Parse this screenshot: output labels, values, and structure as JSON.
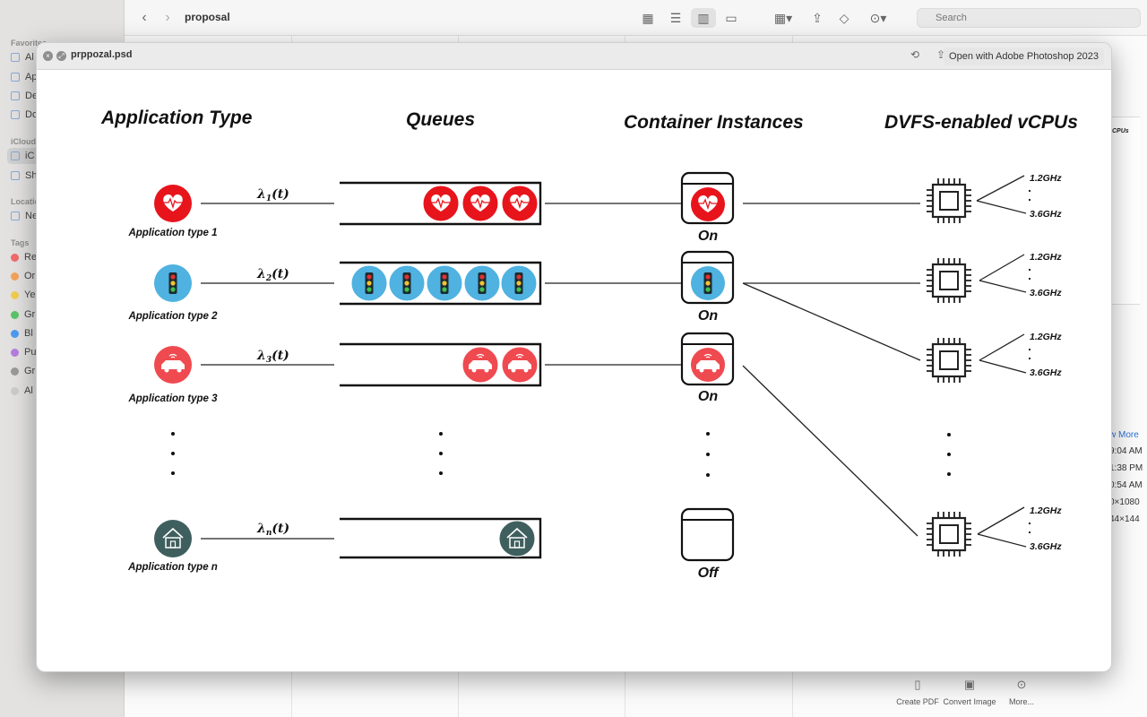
{
  "finder": {
    "folder_title": "proposal",
    "search_placeholder": "Search",
    "sidebar": {
      "favorites_header": "Favorites",
      "favorites": [
        "Al",
        "Ap",
        "De",
        "Do"
      ],
      "icloud_header": "iCloud",
      "icloud": [
        "iC",
        "Sh"
      ],
      "locations_header": "Locations",
      "locations": [
        "Ne"
      ],
      "tags_header": "Tags",
      "tags": [
        {
          "label": "Re",
          "color": "#f26b6b"
        },
        {
          "label": "Or",
          "color": "#f5a35c"
        },
        {
          "label": "Ye",
          "color": "#f2cd4f"
        },
        {
          "label": "Gr",
          "color": "#5cc46a"
        },
        {
          "label": "Bl",
          "color": "#4f9bf2"
        },
        {
          "label": "Pu",
          "color": "#b57ee0"
        },
        {
          "label": "Gr",
          "color": "#9a9a9a"
        },
        {
          "label": "Al",
          "color": "#cccccc"
        }
      ]
    },
    "right_panel_label": "CPUs",
    "show_more": "w More",
    "meta": [
      "9:04 AM",
      "1:38 PM",
      "0:54 AM",
      "0×1080",
      "44×144"
    ],
    "bottom_actions": [
      {
        "label": "Create PDF",
        "icon": "document-icon"
      },
      {
        "label": "Convert Image",
        "icon": "convert-image-icon"
      },
      {
        "label": "More...",
        "icon": "more-icon"
      }
    ]
  },
  "quicklook": {
    "filename": "prppozal.psd",
    "open_with_label": "Open with Adobe Photoshop 2023"
  },
  "diagram": {
    "headers": {
      "app_type": "Application Type",
      "queues": "Queues",
      "containers": "Container Instances",
      "vcpus": "DVFS-enabled vCPUs"
    },
    "rates": {
      "lambda": "λ",
      "t": "(t)",
      "subs": [
        "1",
        "2",
        "3",
        "n"
      ]
    },
    "app_labels": [
      "Application type 1",
      "Application type 2",
      "Application type 3",
      "Application type n"
    ],
    "container_states": [
      "On",
      "On",
      "On",
      "Off"
    ],
    "freq_high": "1.2GHz",
    "freq_low": "3.6GHz",
    "colors": {
      "heart": "#e8141c",
      "traffic": "#4fb2e0",
      "car": "#ef4a50",
      "house": "#3f5f5e"
    }
  }
}
